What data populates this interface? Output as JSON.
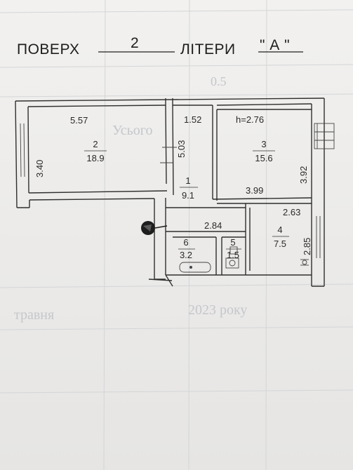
{
  "header": {
    "floor_label": "ПОВЕРХ",
    "floor_value": "2",
    "letter_label": "ЛІТЕРИ",
    "letter_value": "\" А \""
  },
  "rooms": [
    {
      "number": "2",
      "area": "18.9"
    },
    {
      "number": "3",
      "area": "15.6"
    },
    {
      "number": "1",
      "area": "9.1"
    },
    {
      "number": "4",
      "area": "7.5"
    },
    {
      "number": "6",
      "area": "3.2"
    },
    {
      "number": "5",
      "area": "1.5"
    }
  ],
  "ceiling_height": "h=2.76",
  "dimensions": {
    "room2_width": "5.57",
    "room2_height": "3.40",
    "corridor_width": "1.52",
    "corridor_length": "5.03",
    "room3_height": "3.92",
    "room3_width": "3.99",
    "room4_width": "2.63",
    "room4_height": "2.85",
    "wc_bath_width": "2.84"
  },
  "background_text": {
    "faded_1": "Усього",
    "faded_2": "травня",
    "faded_3": "2023 року",
    "faded_4": "0.5"
  },
  "colors": {
    "ink": "#2f2f2f",
    "paper": "#eeedeb",
    "ghost": "#c4c7cc"
  }
}
